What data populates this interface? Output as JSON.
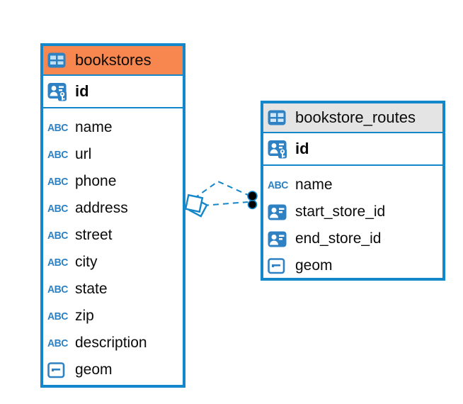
{
  "colors": {
    "accent_blue": "#1486CA",
    "icon_blue": "#2E82C4",
    "bookstores_header_color": "#F7874E",
    "routes_header_color": "#E4E4E4",
    "relationship_dot_color": "#000000"
  },
  "icons": {
    "text_type_label": "ABC",
    "table_icon": "table-grid-icon",
    "primary_key_icon": "person-id-with-key-icon",
    "reference_icon": "person-id-card-icon",
    "geometry_icon": "square-with-dash-icon"
  },
  "tables": [
    {
      "title": "bookstores",
      "primary_key": {
        "name": "id"
      },
      "columns": [
        {
          "name": "name",
          "type_icon": "text"
        },
        {
          "name": "url",
          "type_icon": "text"
        },
        {
          "name": "phone",
          "type_icon": "text"
        },
        {
          "name": "address",
          "type_icon": "text"
        },
        {
          "name": "street",
          "type_icon": "text"
        },
        {
          "name": "city",
          "type_icon": "text"
        },
        {
          "name": "state",
          "type_icon": "text"
        },
        {
          "name": "zip",
          "type_icon": "text"
        },
        {
          "name": "description",
          "type_icon": "text"
        },
        {
          "name": "geom",
          "type_icon": "geometry"
        }
      ]
    },
    {
      "title": "bookstore_routes",
      "primary_key": {
        "name": "id"
      },
      "columns": [
        {
          "name": "name",
          "type_icon": "text"
        },
        {
          "name": "start_store_id",
          "type_icon": "reference"
        },
        {
          "name": "end_store_id",
          "type_icon": "reference"
        },
        {
          "name": "geom",
          "type_icon": "geometry"
        }
      ]
    }
  ],
  "relationships": [
    {
      "from": "bookstores",
      "to": "bookstore_routes",
      "line_style": "dashed"
    },
    {
      "from": "bookstores",
      "to": "bookstore_routes",
      "line_style": "dashed"
    }
  ]
}
